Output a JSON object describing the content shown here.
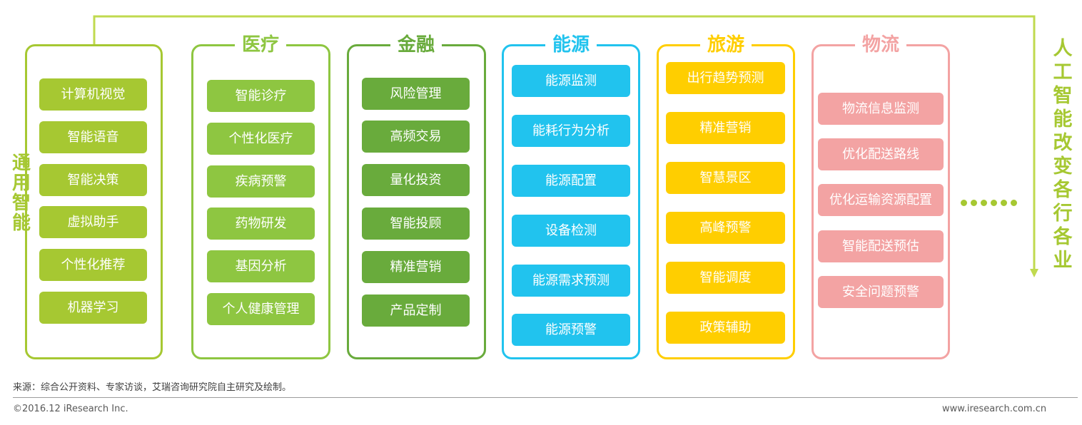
{
  "side_label": "通用智能",
  "right_label": "人工智能改变各行各业",
  "colors": {
    "general": "#a6c832",
    "medical": "#8ec641",
    "finance": "#69ab3c",
    "energy": "#21c3ee",
    "tourism": "#ffce00",
    "logistics": "#f3a3a3",
    "arrow": "#c0da4f"
  },
  "columns": [
    {
      "id": "general",
      "title": "",
      "items": [
        "计算机视觉",
        "智能语音",
        "智能决策",
        "虚拟助手",
        "个性化推荐",
        "机器学习"
      ]
    },
    {
      "id": "medical",
      "title": "医疗",
      "items": [
        "智能诊疗",
        "个性化医疗",
        "疾病预警",
        "药物研发",
        "基因分析",
        "个人健康管理"
      ]
    },
    {
      "id": "finance",
      "title": "金融",
      "items": [
        "风险管理",
        "高频交易",
        "量化投资",
        "智能投顾",
        "精准营销",
        "产品定制"
      ]
    },
    {
      "id": "energy",
      "title": "能源",
      "items": [
        "能源监测",
        "能耗行为分析",
        "能源配置",
        "设备检测",
        "能源需求预测",
        "能源预警"
      ]
    },
    {
      "id": "tourism",
      "title": "旅游",
      "items": [
        "出行趋势预测",
        "精准营销",
        "智慧景区",
        "高峰预警",
        "智能调度",
        "政策辅助"
      ]
    },
    {
      "id": "logistics",
      "title": "物流",
      "items": [
        "物流信息监测",
        "优化配送路线",
        "优化运输资源配置",
        "智能配送预估",
        "安全问题预警"
      ]
    }
  ],
  "footer": {
    "source": "来源：综合公开资料、专家访谈，艾瑞咨询研究院自主研究及绘制。",
    "copyright": "©2016.12 iResearch Inc.",
    "website": "www.iresearch.com.cn"
  }
}
